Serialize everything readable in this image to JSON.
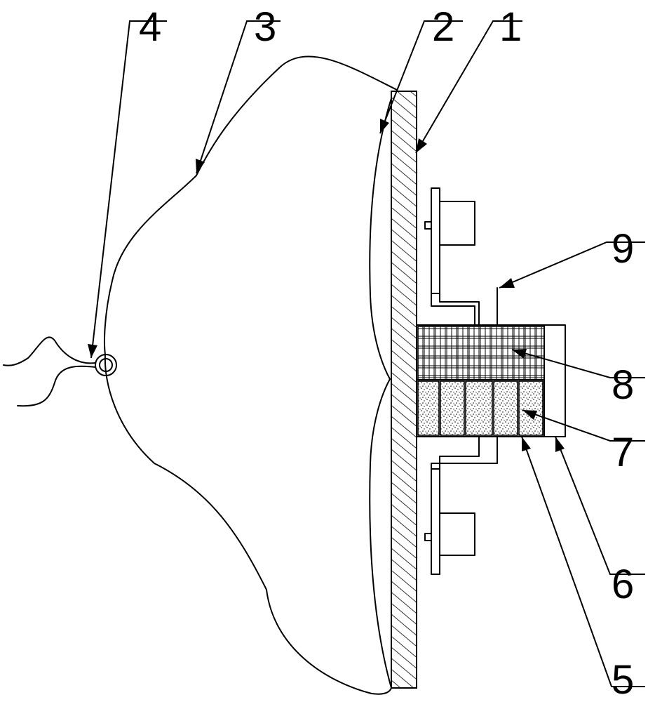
{
  "labels": {
    "l1": "1",
    "l2": "2",
    "l3": "3",
    "l4": "4",
    "l5": "5",
    "l6": "6",
    "l7": "7",
    "l8": "8",
    "l9": "9"
  },
  "colors": {
    "line": "#000000",
    "background": "#ffffff"
  }
}
